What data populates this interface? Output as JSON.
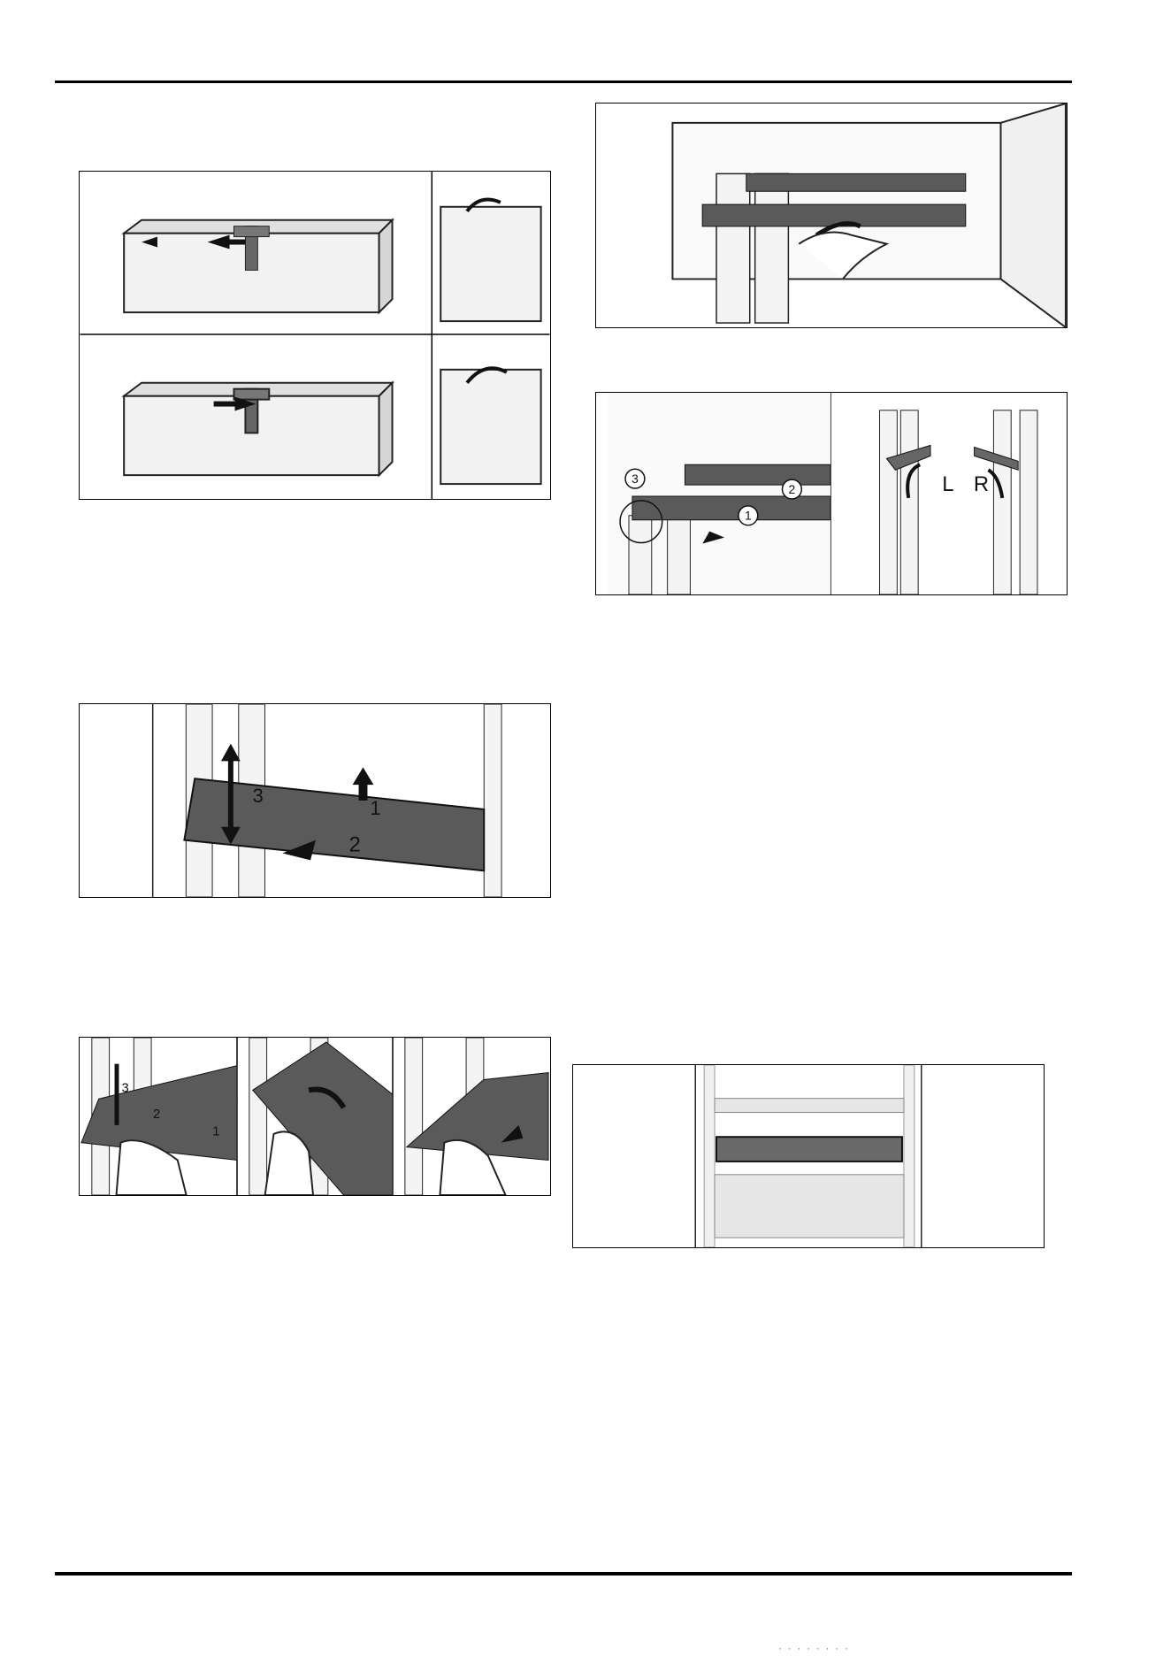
{
  "figures": {
    "shelf_sequence": {
      "labels": [
        "3",
        "2",
        "1"
      ]
    },
    "shelf_motion": {
      "labels": [
        "3",
        "1",
        "2"
      ]
    },
    "shelf_remove": {
      "labels": [
        "3",
        "2",
        "1"
      ],
      "side_labels": [
        "L",
        "R"
      ]
    }
  },
  "footer": {
    "text": "· · · · · · · ·"
  },
  "colors": {
    "shelf": "#5a5a5a",
    "outline": "#000000",
    "frame": "#e6e6e6"
  }
}
